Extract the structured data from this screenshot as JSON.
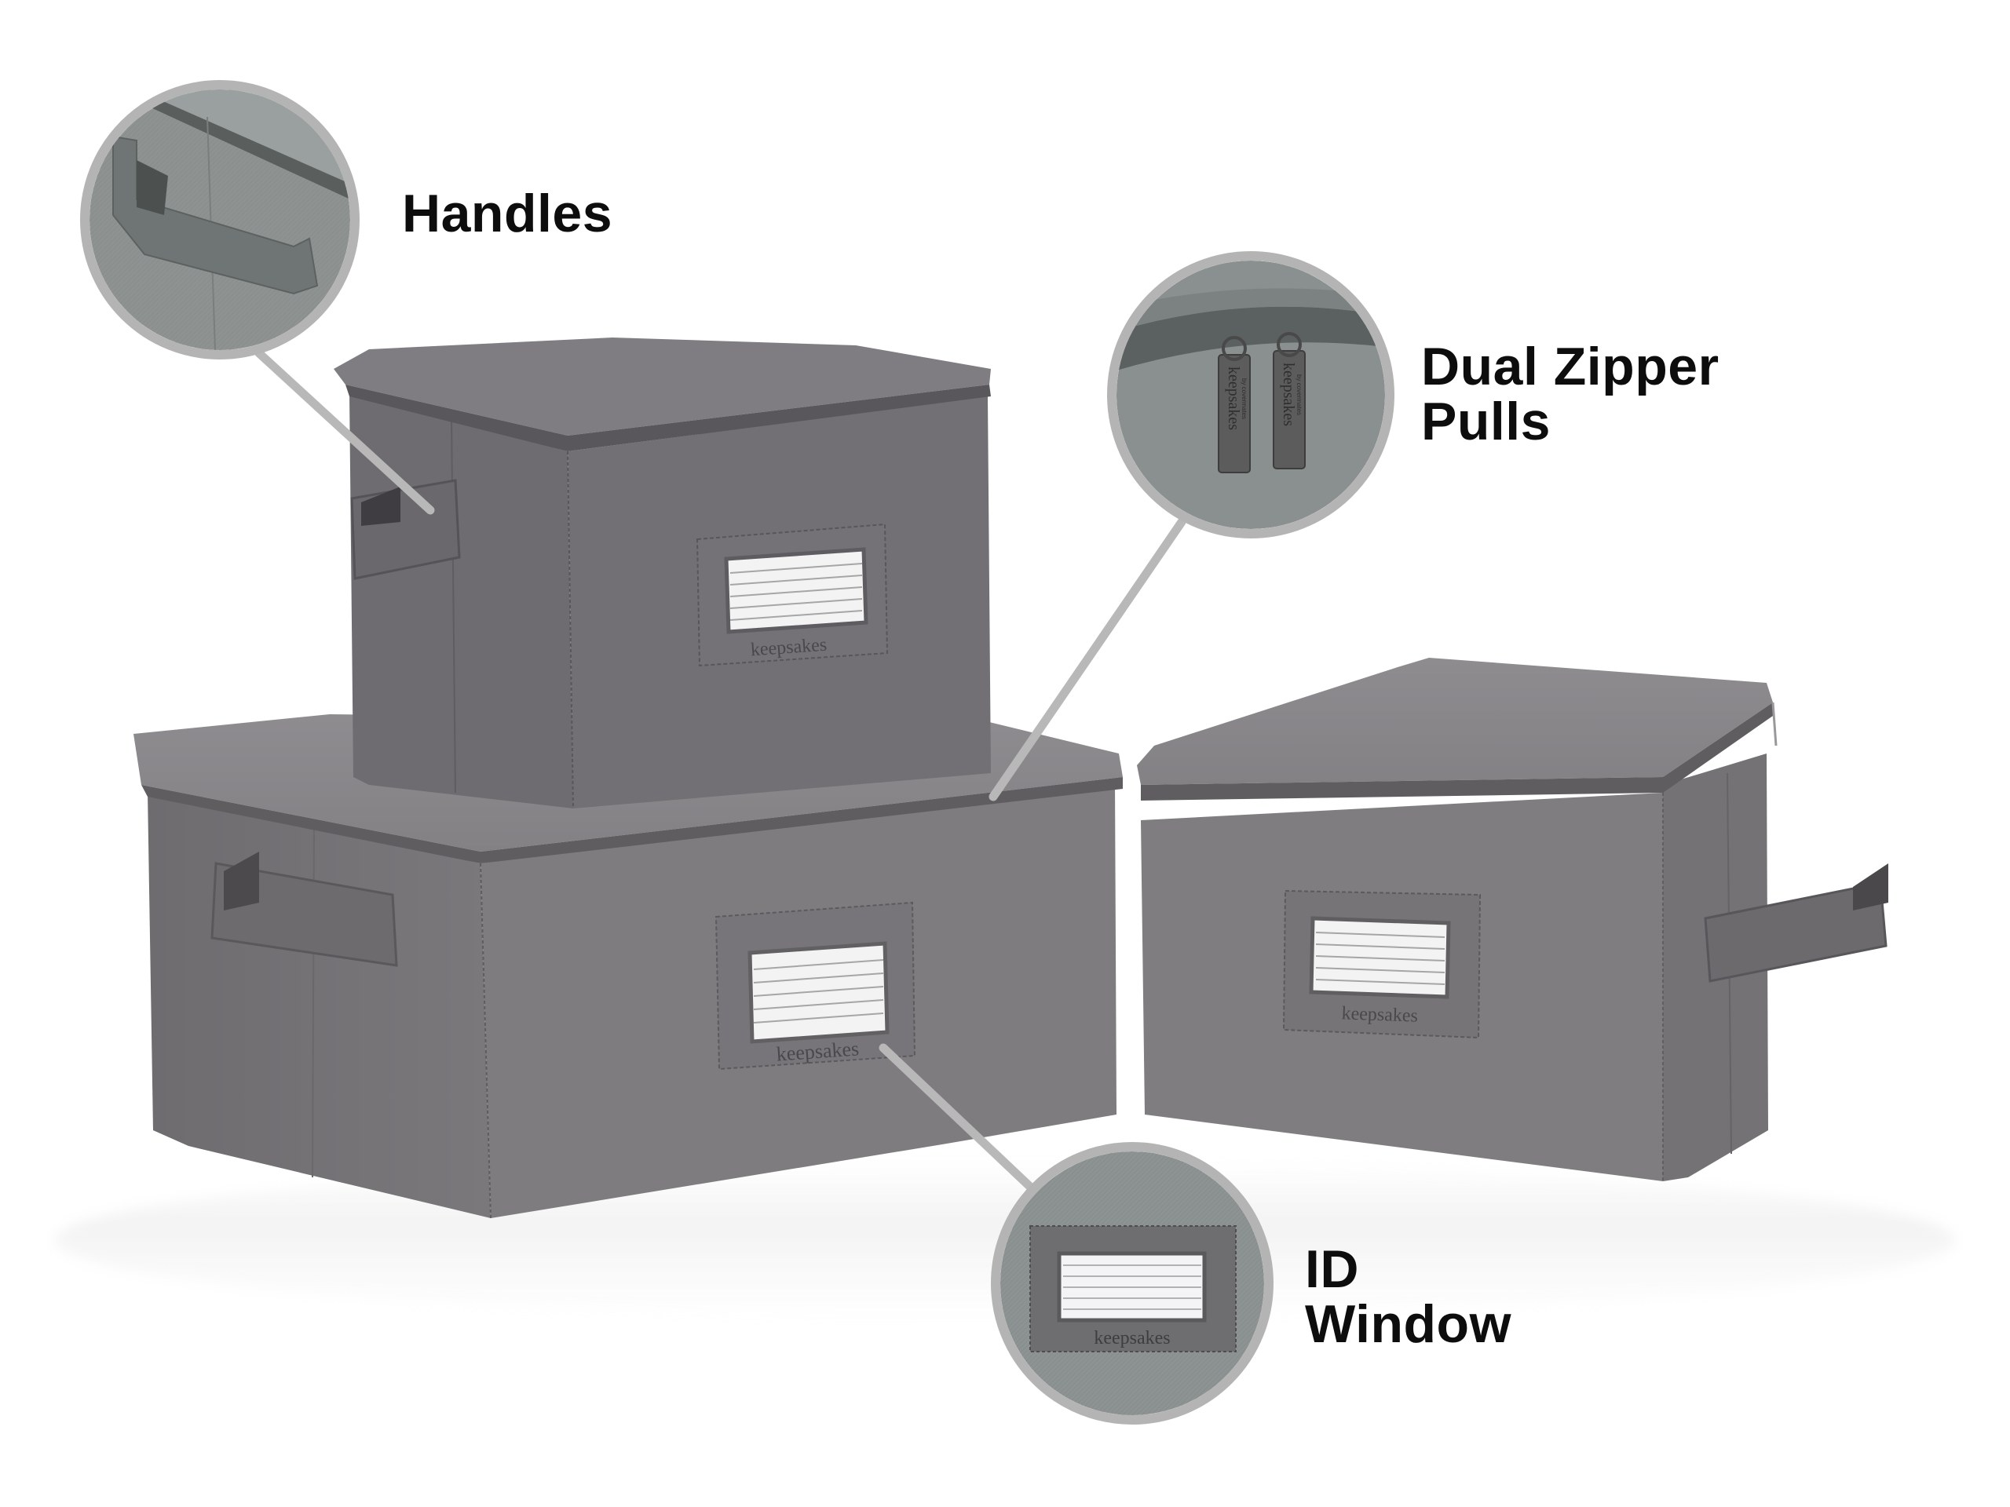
{
  "callouts": {
    "handles": {
      "label": "Handles"
    },
    "zipper": {
      "line1": "Dual Zipper",
      "line2": "Pulls"
    },
    "id_window": {
      "line1": "ID",
      "line2": "Window"
    }
  },
  "brand": {
    "label_text": "keepsakes",
    "pull_text": "keepsakes",
    "pull_subtext": "by covermates"
  },
  "colors": {
    "background": "#ffffff",
    "box_fabric": "#7e7c7e",
    "box_fabric_dark": "#727073",
    "lid": "#888689",
    "callout_ring": "#b4b4b4",
    "closeup_fabric": "#8c9291",
    "label_patch": "#6e6d70",
    "id_card": "#f2f2f2",
    "text": "#0d0d0d"
  },
  "products": [
    {
      "name": "small-stacked-box",
      "position": "top-left"
    },
    {
      "name": "large-box",
      "position": "bottom-left"
    },
    {
      "name": "medium-box",
      "position": "right"
    }
  ]
}
